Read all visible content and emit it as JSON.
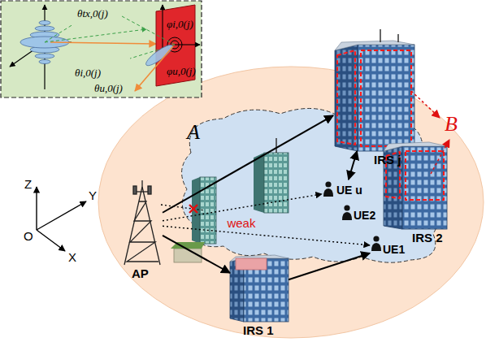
{
  "diagram": {
    "nodes": [
      {
        "text": [
          "IRS j"
        ]
      },
      {
        "text": [
          "AP"
        ]
      },
      {
        "text": [
          "A"
        ]
      },
      {
        "text": [
          "UE u"
        ],
        "in": 2
      },
      {
        "text": [
          "UE2"
        ],
        "in": 2
      },
      {
        "text": [
          "IRS 2"
        ]
      },
      {
        "text": [
          "UE1"
        ],
        "in": 2
      },
      {
        "text": [
          "IRS 1"
        ]
      }
    ],
    "edges": [
      {
        "from": 1,
        "to": 0,
        "arrow": "to"
      },
      {
        "from": 0,
        "to": 3,
        "arrow": "both"
      },
      {
        "from": 1,
        "to": 3,
        "arrow": "to"
      },
      {
        "from": 1,
        "to": 6,
        "arrow": "to",
        "label": "weak"
      },
      {
        "from": 1,
        "to": 7,
        "arrow": "to"
      },
      {
        "from": 7,
        "to": 6,
        "arrow": "to"
      }
    ],
    "labels": [
      "θtx,0(j)",
      "θi,0(j)",
      "θu,0(j)",
      "φi,0(j)",
      "φu,0(j)",
      "B",
      "Z",
      "Y",
      "O",
      "X"
    ]
  }
}
